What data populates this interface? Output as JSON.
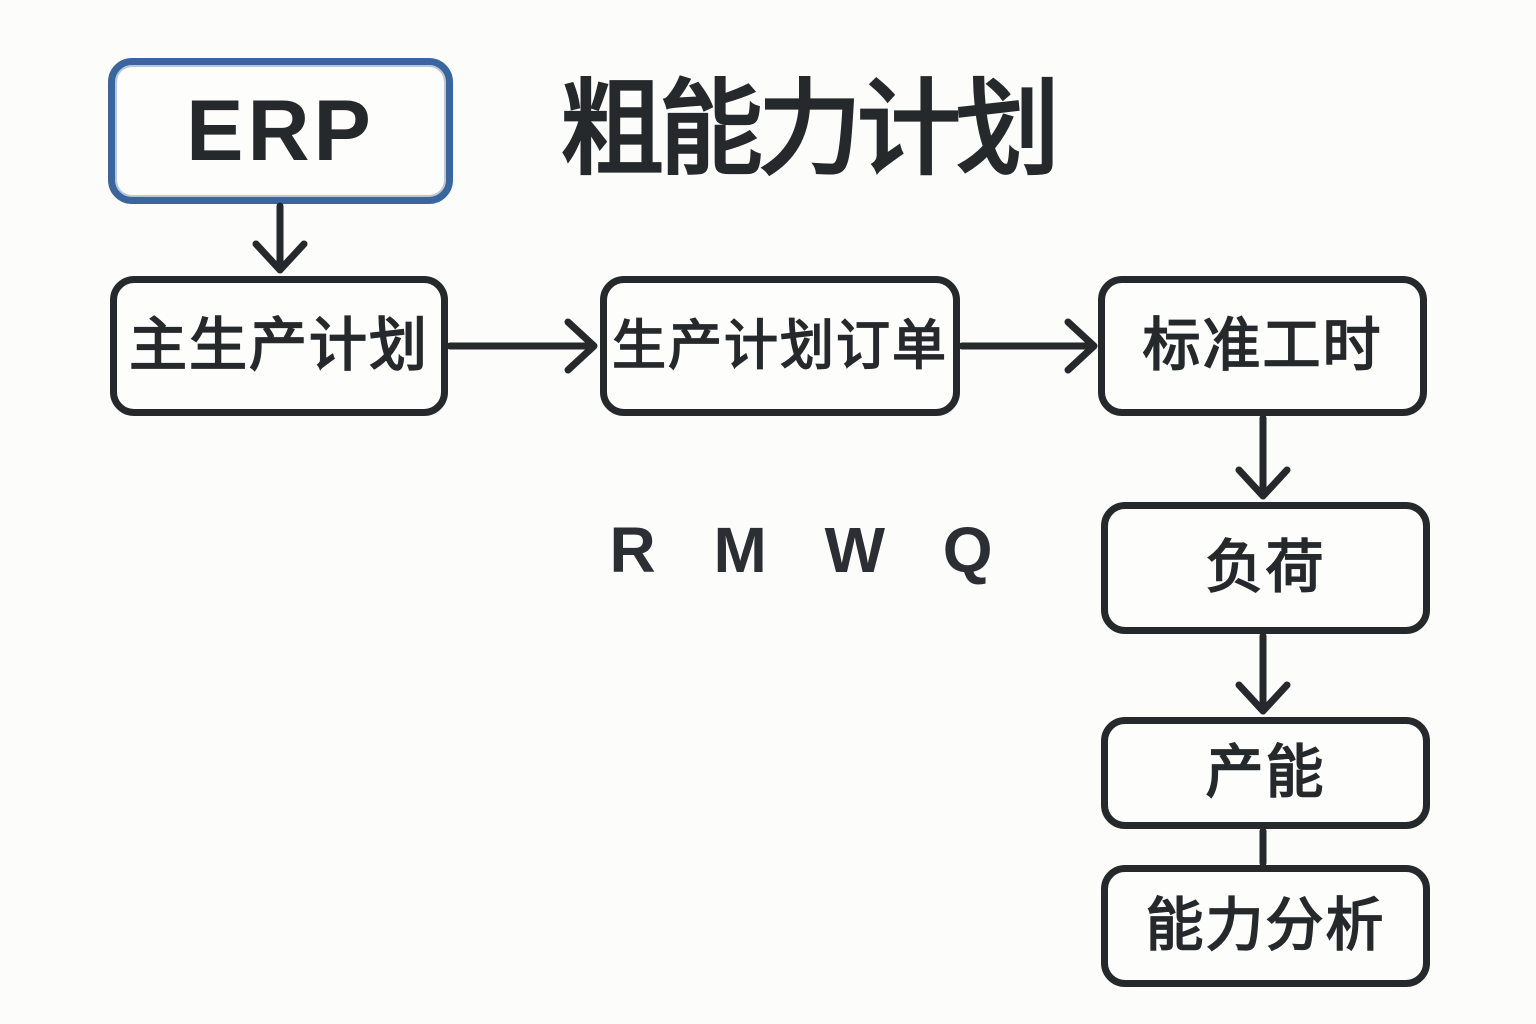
{
  "title": "粗能力计划",
  "annotation": "R M W Q",
  "colors": {
    "ink": "#26292b",
    "erp_border": "#39669f",
    "background": "#fcfcfb"
  },
  "nodes": [
    {
      "id": "erp",
      "label": "ERP"
    },
    {
      "id": "master-production-schedule",
      "label": "主生产计划"
    },
    {
      "id": "production-plan-order",
      "label": "生产计划订单"
    },
    {
      "id": "standard-hours",
      "label": "标准工时"
    },
    {
      "id": "load",
      "label": "负荷"
    },
    {
      "id": "capacity",
      "label": "产能"
    },
    {
      "id": "capacity-analysis",
      "label": "能力分析"
    }
  ],
  "edges": [
    {
      "from": "erp",
      "to": "master-production-schedule",
      "arrow": true
    },
    {
      "from": "master-production-schedule",
      "to": "production-plan-order",
      "arrow": true
    },
    {
      "from": "production-plan-order",
      "to": "standard-hours",
      "arrow": true
    },
    {
      "from": "standard-hours",
      "to": "load",
      "arrow": true
    },
    {
      "from": "load",
      "to": "capacity",
      "arrow": true
    },
    {
      "from": "capacity",
      "to": "capacity-analysis",
      "arrow": false
    }
  ]
}
